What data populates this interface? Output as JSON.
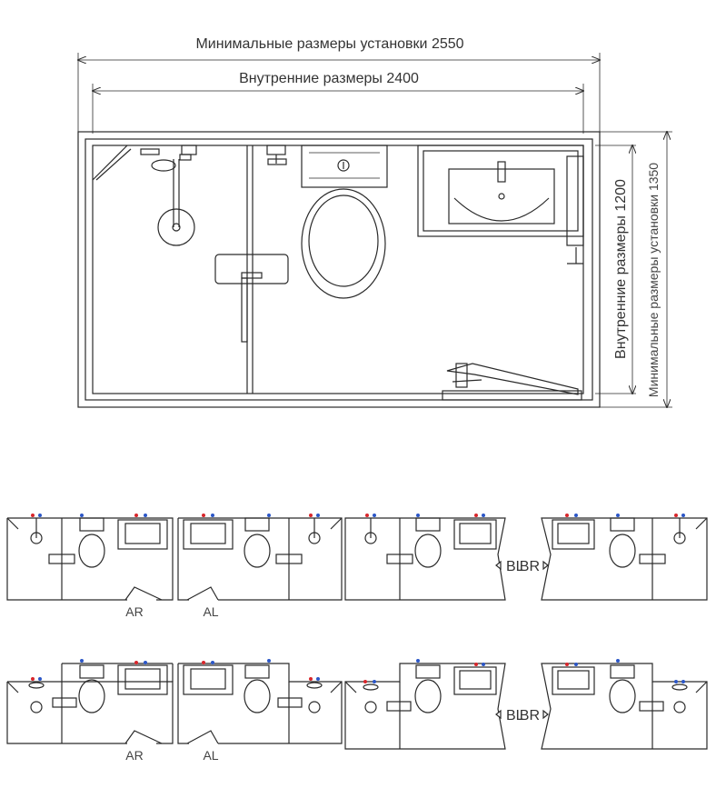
{
  "dimensions": {
    "install_width": "Минимальные размеры установки 2550",
    "inner_width": "Внутренние размеры 2400",
    "inner_depth": "Внутренние размеры 1200",
    "install_depth": "Минимальные размеры установки 1350"
  },
  "variants": {
    "row1": [
      "AR",
      "AL",
      "BL",
      "BR"
    ],
    "row2": [
      "AR",
      "AL",
      "BL",
      "BR"
    ]
  },
  "colors": {
    "hot": "#d8262b",
    "cold": "#2b56c7",
    "line": "#2a2a2a"
  }
}
